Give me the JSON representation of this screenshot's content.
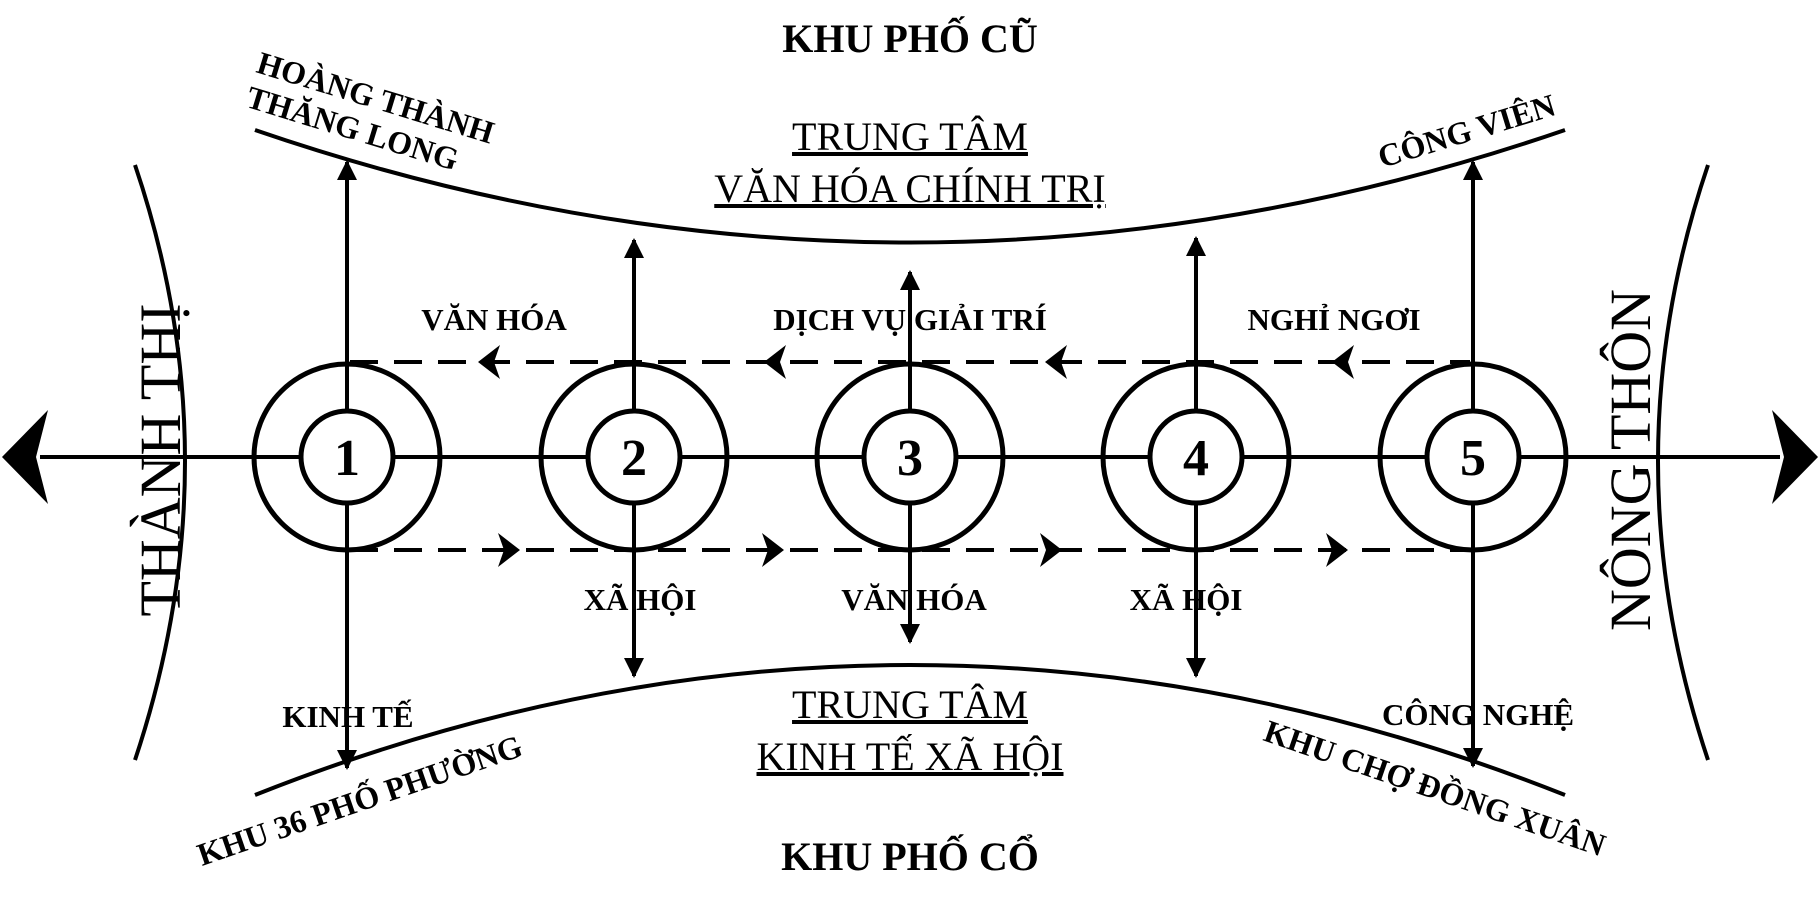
{
  "title_top": "KHU PHỐ CŨ",
  "title_bottom": "KHU PHỐ CỔ",
  "left_region": "THÀNH THỊ",
  "right_region": "NÔNG THÔN",
  "top_center": {
    "line1": "TRUNG TÂM",
    "line2": "VĂN HÓA CHÍNH TRỊ"
  },
  "bottom_center": {
    "line1": "TRUNG TÂM",
    "line2": "KINH TẾ XÃ HỘI"
  },
  "corner_top_left": {
    "line1": "HOÀNG THÀNH",
    "line2": "THĂNG LONG"
  },
  "corner_top_right": "CÔNG VIÊN",
  "corner_bottom_left": "KHU 36 PHỐ PHƯỜNG",
  "corner_bottom_right": "KHU CHỢ ĐỒNG XUÂN",
  "upper_labels": [
    "VĂN HÓA",
    "DỊCH VỤ GIẢI TRÍ",
    "NGHỈ NGƠI"
  ],
  "lower_labels": [
    "XÃ HỘI",
    "VĂN HÓA",
    "XÃ HỘI"
  ],
  "kinh_te": "KINH TẾ",
  "cong_nghe": "CÔNG NGHỆ",
  "nodes": [
    "1",
    "2",
    "3",
    "4",
    "5"
  ]
}
